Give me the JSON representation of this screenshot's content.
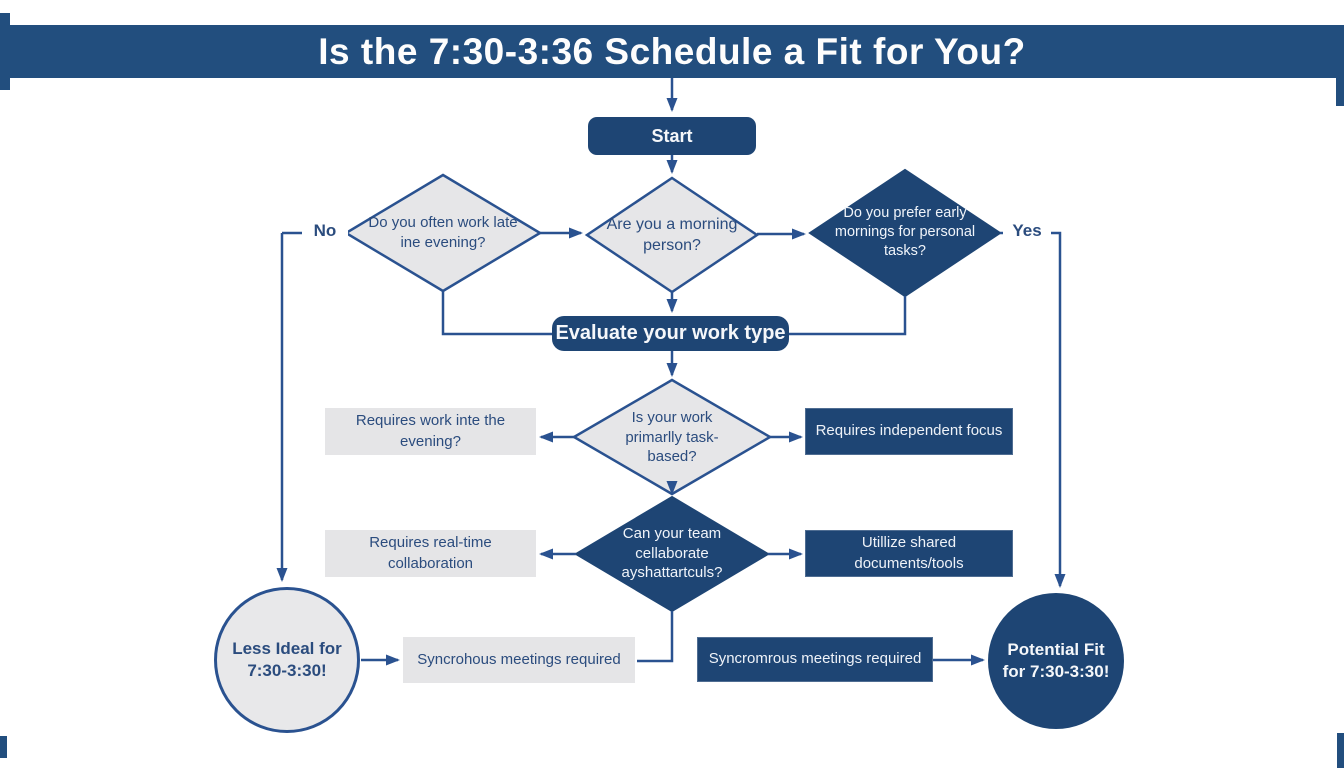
{
  "banner": {
    "title": "Is the 7:30-3:36 Schedule a Fit for You?"
  },
  "flow": {
    "start": "Start",
    "evaluate": "Evaluate your work type",
    "q_late": "Do you often work late ine evening?",
    "q_morning": "Are you a morning person?",
    "q_early": "Do you prefer early mornings for personal tasks?",
    "q_task": "Is your work primarlly task-based?",
    "q_collab": "Can your team cellaborate ayshattartculs?",
    "r_evening": "Requires work inte the evening?",
    "r_focus": "Requires independent focus",
    "r_realtime": "Requires real-time collaboration",
    "r_shared": "Utillize shared documents/tools",
    "r_sync_left": "Syncrohous meetings required",
    "r_sync_right": "Syncromrous meetings required",
    "end_less": "Less Ideal for 7:30-3:30!",
    "end_fit": "Potential Fit for 7:30-3:30!",
    "label_no": "No",
    "label_yes": "Yes"
  },
  "colors": {
    "banner": "#224e7e",
    "node_dark": "#1e4574",
    "node_gray": "#e5e5e7",
    "line": "#2a5290",
    "text_navy": "#2b4c7e",
    "text_white": "#f5f7fa"
  }
}
